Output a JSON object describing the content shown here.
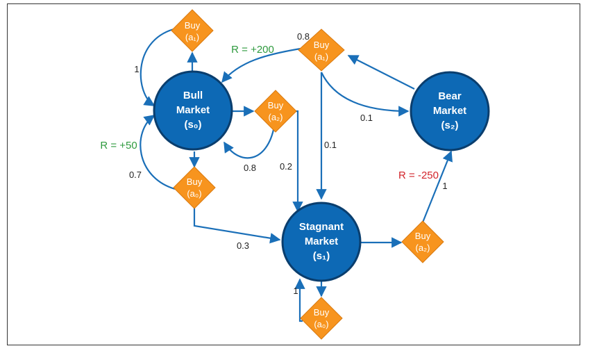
{
  "colors": {
    "state_fill": "#0d69b5",
    "state_stroke": "#0a3e6e",
    "action_fill": "#f7941e",
    "arrow": "#1a6fb8",
    "reward_positive": "#2e9a3e",
    "reward_negative": "#d2232a"
  },
  "states": {
    "bull": {
      "line1": "Bull",
      "line2": "Market",
      "id": "(s₀)"
    },
    "stagnant": {
      "line1": "Stagnant",
      "line2": "Market",
      "id": "(s₁)"
    },
    "bear": {
      "line1": "Bear",
      "line2": "Market",
      "id": "(s₂)"
    }
  },
  "actions": {
    "bull_a1": {
      "label": "Buy",
      "id": "(a₁)"
    },
    "bull_a2": {
      "label": "Buy",
      "id": "(a₂)"
    },
    "bull_a0": {
      "label": "Buy",
      "id": "(a₀)"
    },
    "bear_a1": {
      "label": "Buy",
      "id": "(a₁)"
    },
    "stag_a2": {
      "label": "Buy",
      "id": "(a₂)"
    },
    "stag_a0": {
      "label": "Buy",
      "id": "(a₀)"
    }
  },
  "probabilities": {
    "bull_a1_to_bull": "1",
    "bull_a0_to_bull": "0.7",
    "bull_a2_to_bull": "0.8",
    "bull_a2_to_stagnant": "0.2",
    "bull_a0_to_stagnant": "0.3",
    "bear_a1_to_bull": "0.8",
    "bear_a1_to_bear": "0.1",
    "bear_a1_to_stagnant": "0.1",
    "stag_a2_to_bear": "1",
    "stag_a0_to_stagnant": "1"
  },
  "rewards": {
    "bear_a1_to_bull": "R = +200",
    "bull_a0_to_bull": "R = +50",
    "stag_a2_to_bear": "R = -250"
  }
}
